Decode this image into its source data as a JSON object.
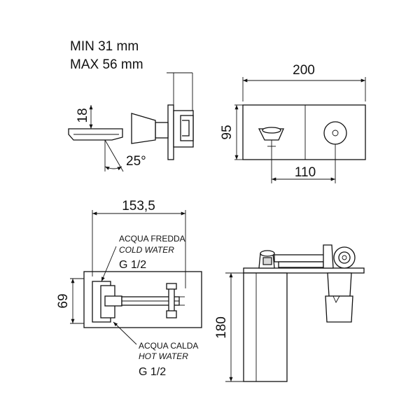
{
  "top_note": {
    "min": "MIN  31 mm",
    "max": "MAX 56 mm"
  },
  "side_view": {
    "height_label": "18",
    "angle_label": "25°"
  },
  "front_view": {
    "width_label": "200",
    "height_label": "95",
    "spacing_label": "110"
  },
  "plan_view": {
    "depth_label": "153,5",
    "height_label": "69",
    "cold": {
      "it": "ACQUA FREDDA",
      "en": "COLD WATER",
      "thread": "G 1/2"
    },
    "hot": {
      "it": "ACQUA CALDA",
      "en": "HOT WATER",
      "thread": "G 1/2"
    }
  },
  "body_view": {
    "height_label": "180"
  },
  "colors": {
    "line": "#111111",
    "background": "#ffffff"
  }
}
